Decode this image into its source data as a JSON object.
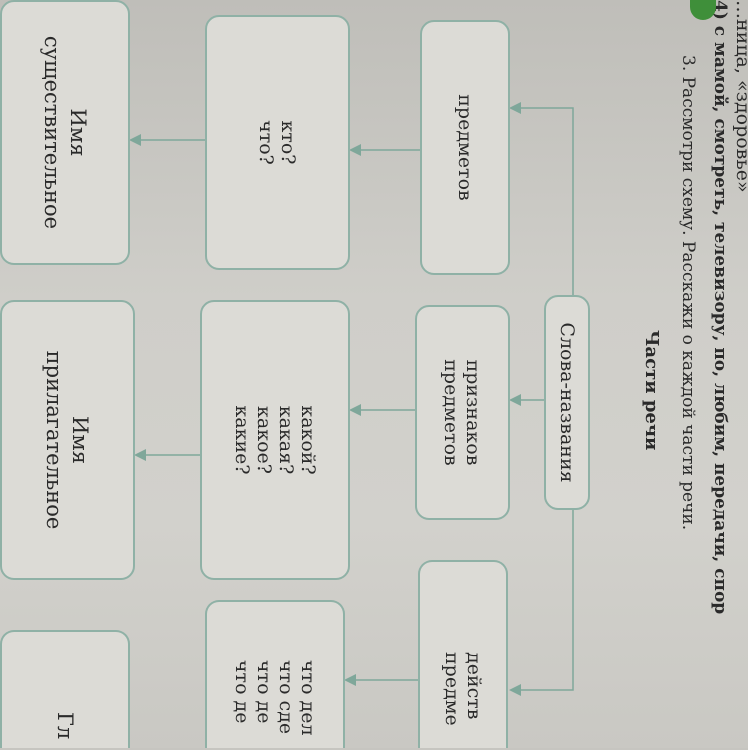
{
  "text": {
    "prev_line": "…ница, «здоровье»",
    "task4": "4) с мамой, смотреть, телевизору, по, любим, передачи, спор",
    "task3": "3. Рассмотри схему. Расскажи о каждой части речи."
  },
  "diagram": {
    "title": "Части речи",
    "root": "Слова-названия",
    "categories": [
      {
        "name": "предметов",
        "questions": [
          "кто?",
          "что?"
        ],
        "part": [
          "Имя",
          "существительное"
        ]
      },
      {
        "name": "признаков предметов",
        "questions": [
          "какой?",
          "какая?",
          "какое?",
          "какие?"
        ],
        "part": [
          "Имя",
          "прилагательное"
        ]
      },
      {
        "name": "действ предме",
        "questions": [
          "что дел",
          "что сде",
          "что де",
          "что де"
        ],
        "part": [
          "Гл"
        ]
      }
    ]
  },
  "colors": {
    "accent": "#8fb1a6",
    "badge": "#3f8f3a"
  }
}
